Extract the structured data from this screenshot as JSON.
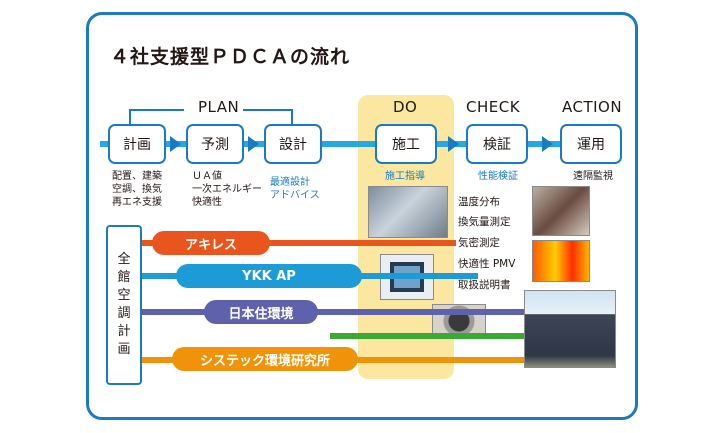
{
  "title": "４社支援型ＰＤＣＡの流れ",
  "phases": {
    "plan": "PLAN",
    "do": "DO",
    "check": "CHECK",
    "action": "ACTION"
  },
  "steps": [
    {
      "label": "計画"
    },
    {
      "label": "予測"
    },
    {
      "label": "設計"
    },
    {
      "label": "施工"
    },
    {
      "label": "検証"
    },
    {
      "label": "運用"
    }
  ],
  "notes": {
    "keikaku": [
      "配置、建築",
      "空調、換気",
      "再エネ支援"
    ],
    "yosoku": [
      "ＵＡ値",
      "一次エネルギー",
      "快適性"
    ],
    "sekkei": [
      "最適設計",
      "アドバイス"
    ],
    "seko": "施工指導",
    "kensho": "性能検証",
    "unyo": "遠隔監視"
  },
  "check_items": [
    "温度分布",
    "換気量測定",
    "気密測定",
    "快適性 PMV",
    "取扱説明書"
  ],
  "vertical_label": [
    "全",
    "館",
    "空",
    "調",
    "計",
    "画"
  ],
  "companies": [
    {
      "name": "アキレス",
      "color": "#e8561e"
    },
    {
      "name": "YKK AP",
      "color": "#1c9bd7"
    },
    {
      "name": "日本住環境",
      "color": "#5e62ad"
    },
    {
      "name": "",
      "color": "#3aaa35"
    },
    {
      "name": "システック環境研究所",
      "color": "#f0930a"
    }
  ],
  "colors": {
    "frame": "#1a7bc4",
    "flow": "#26a8e0",
    "do_band": "#fbe7a0"
  }
}
